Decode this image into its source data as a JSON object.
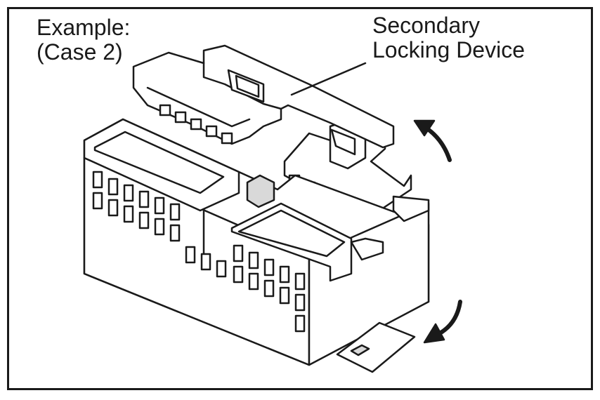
{
  "example_label": {
    "line1": "Example:",
    "line2": "(Case 2)"
  },
  "callout": {
    "line1": "Secondary",
    "line2": "Locking Device"
  },
  "colors": {
    "ink": "#1a1a1a",
    "paper": "#ffffff",
    "shade": "#d9d9d9"
  },
  "icons": [
    "rotate-up-arrow-icon",
    "rotate-down-arrow-icon"
  ]
}
